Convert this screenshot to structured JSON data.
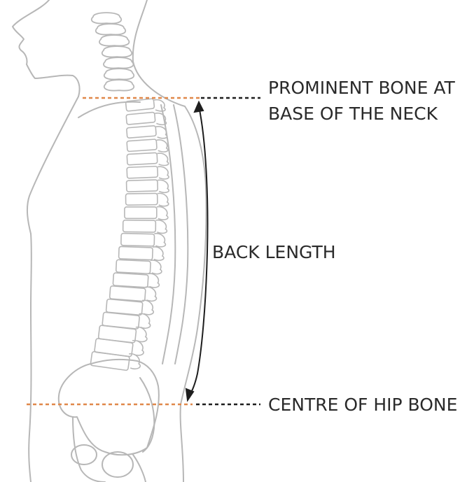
{
  "labels": {
    "neck_line1": "PROMINENT BONE AT",
    "neck_line2": "BASE OF THE NECK",
    "back_length": "BACK LENGTH",
    "hip": "CENTRE OF HIP BONE"
  },
  "colors": {
    "outline": "#b7b7b7",
    "marker": "#e0884a",
    "leader": "#1e1e1e",
    "arrow": "#1e1e1e",
    "text": "#2a2a2a"
  },
  "vertebrae_count": 20,
  "neck_vertebrae_count": 7
}
